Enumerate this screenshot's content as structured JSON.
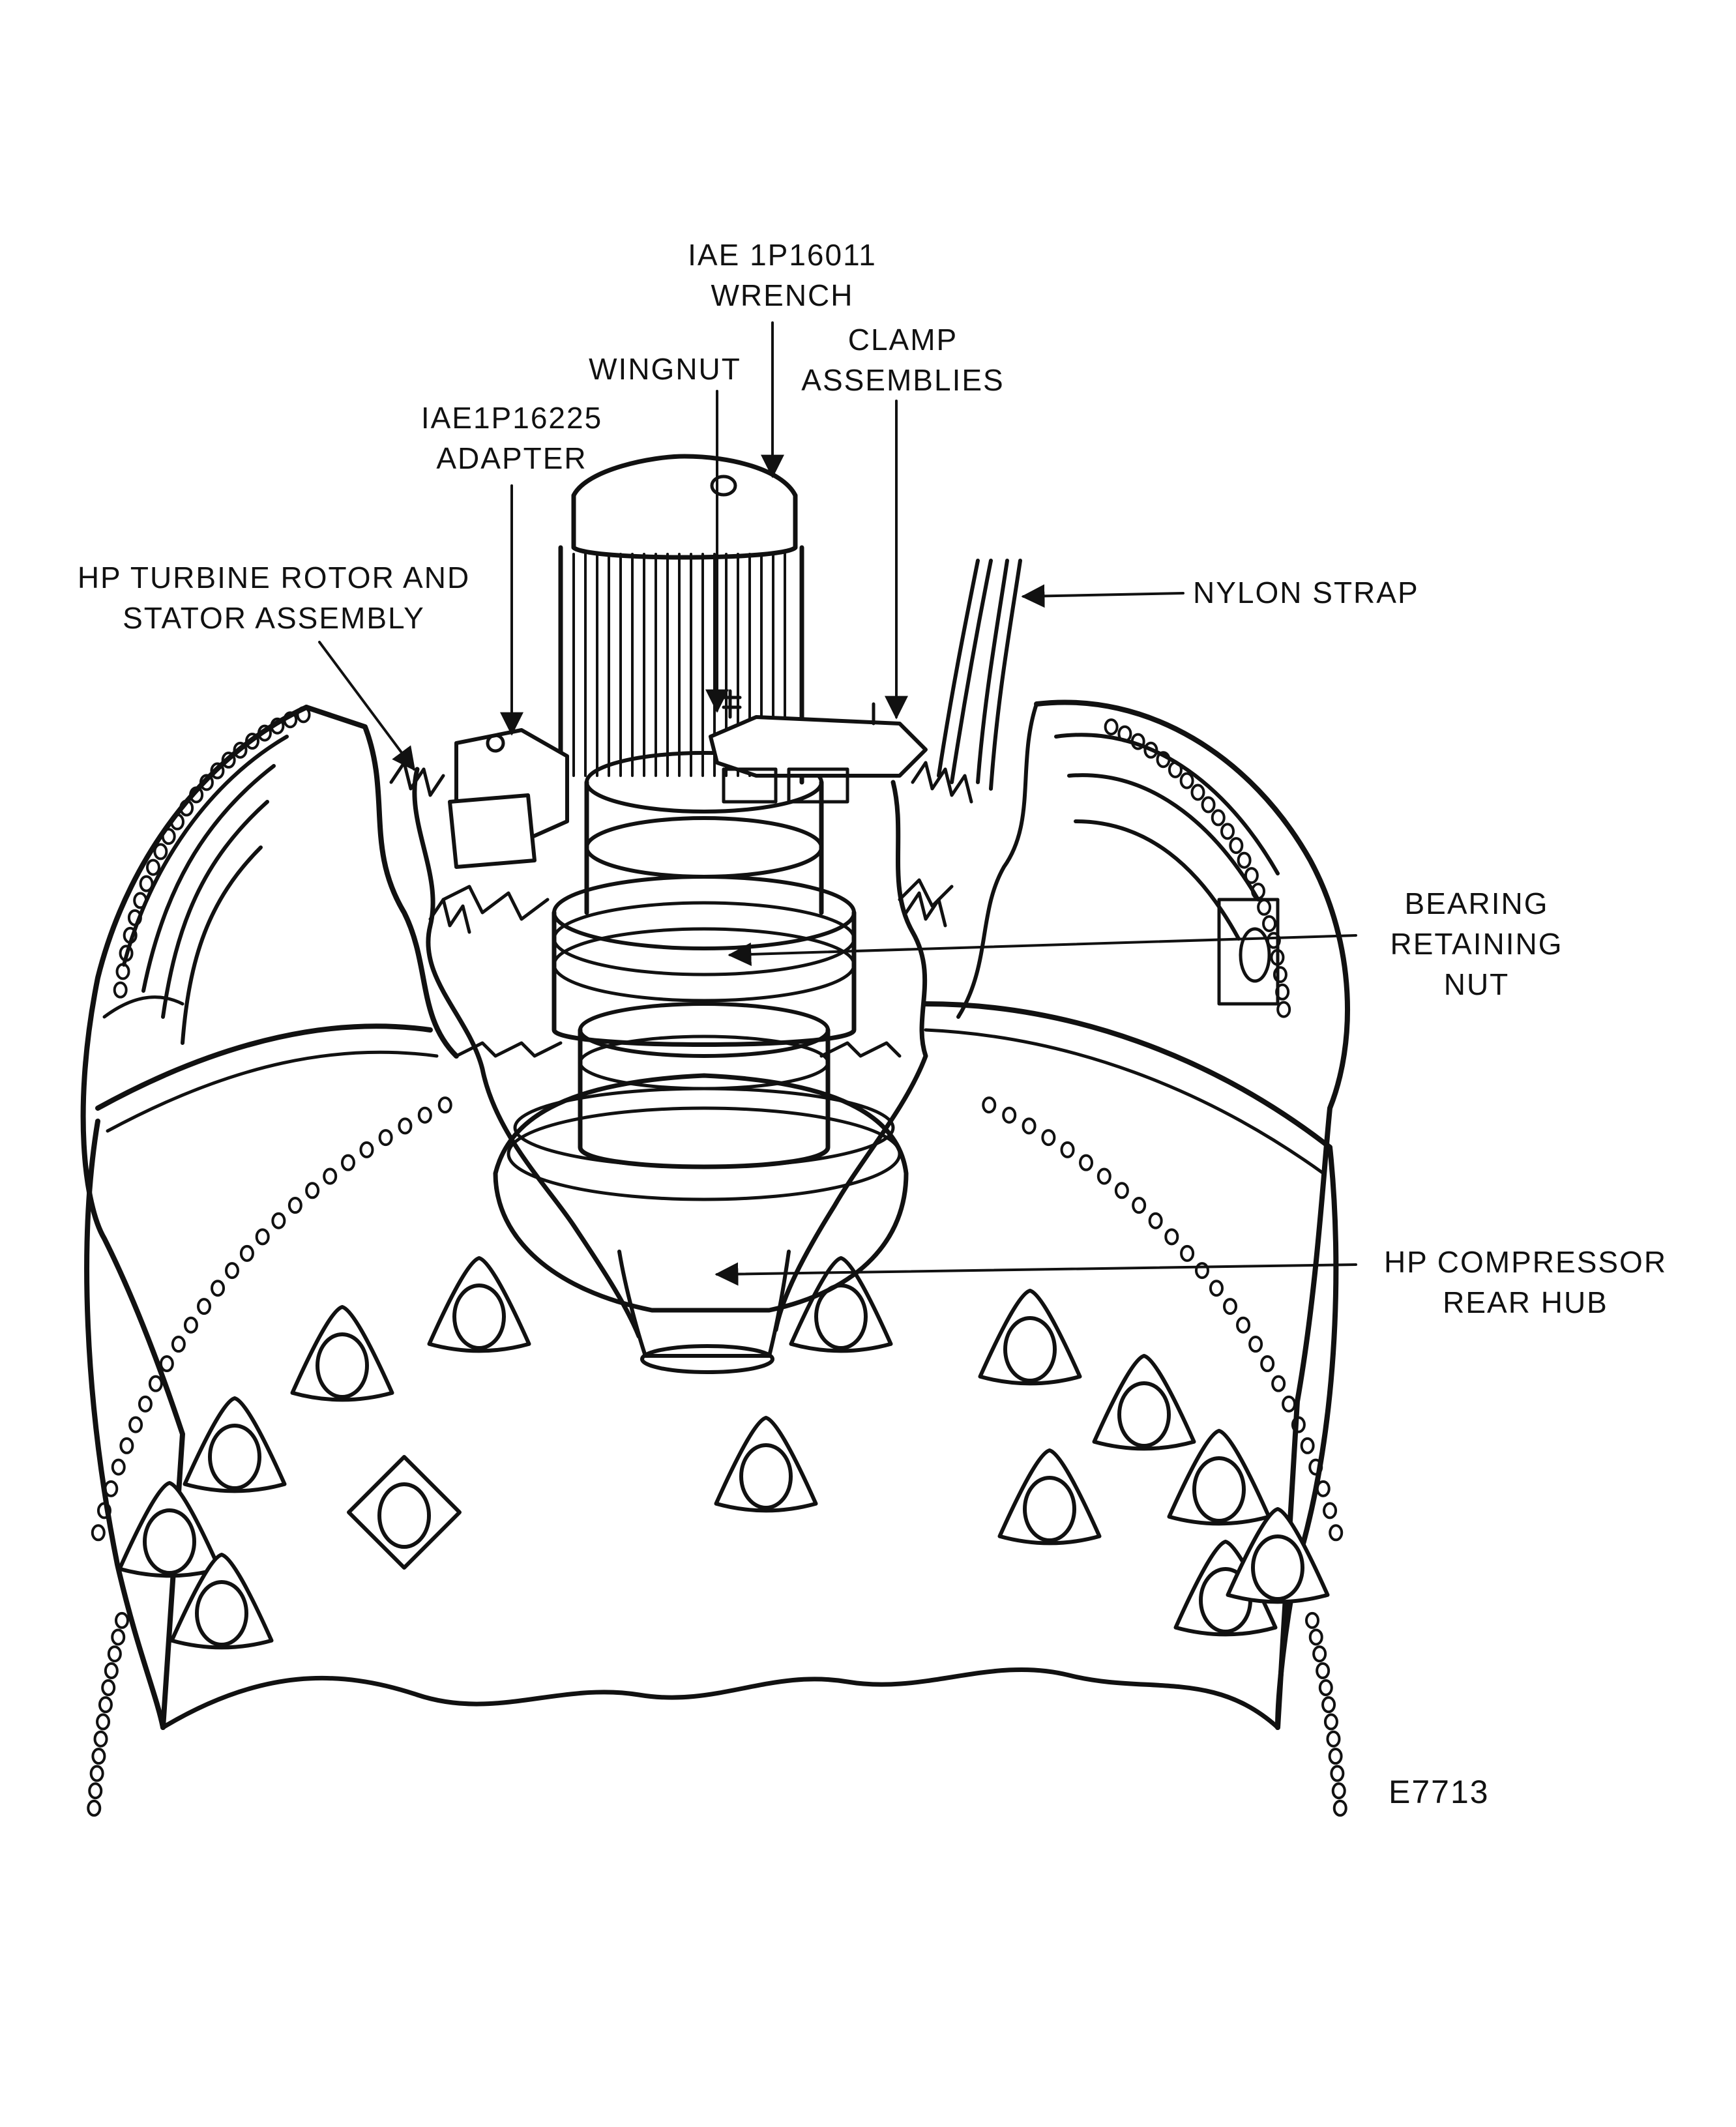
{
  "figure_id": "E7713",
  "callouts": {
    "wrench": [
      "IAE 1P16011",
      "WRENCH"
    ],
    "clamp": [
      "CLAMP",
      "ASSEMBLIES"
    ],
    "wingnut": [
      "WINGNUT"
    ],
    "adapter": [
      "IAE1P16225",
      "ADAPTER"
    ],
    "hp_turbine": [
      "HP TURBINE ROTOR AND",
      "STATOR ASSEMBLY"
    ],
    "nylon_strap": [
      "NYLON STRAP"
    ],
    "bearing_nut": [
      "BEARING",
      "RETAINING",
      "NUT"
    ],
    "hp_compressor": [
      "HP COMPRESSOR",
      "REAR HUB"
    ]
  },
  "colors": {
    "ink": "#111111",
    "paper": "#ffffff"
  }
}
